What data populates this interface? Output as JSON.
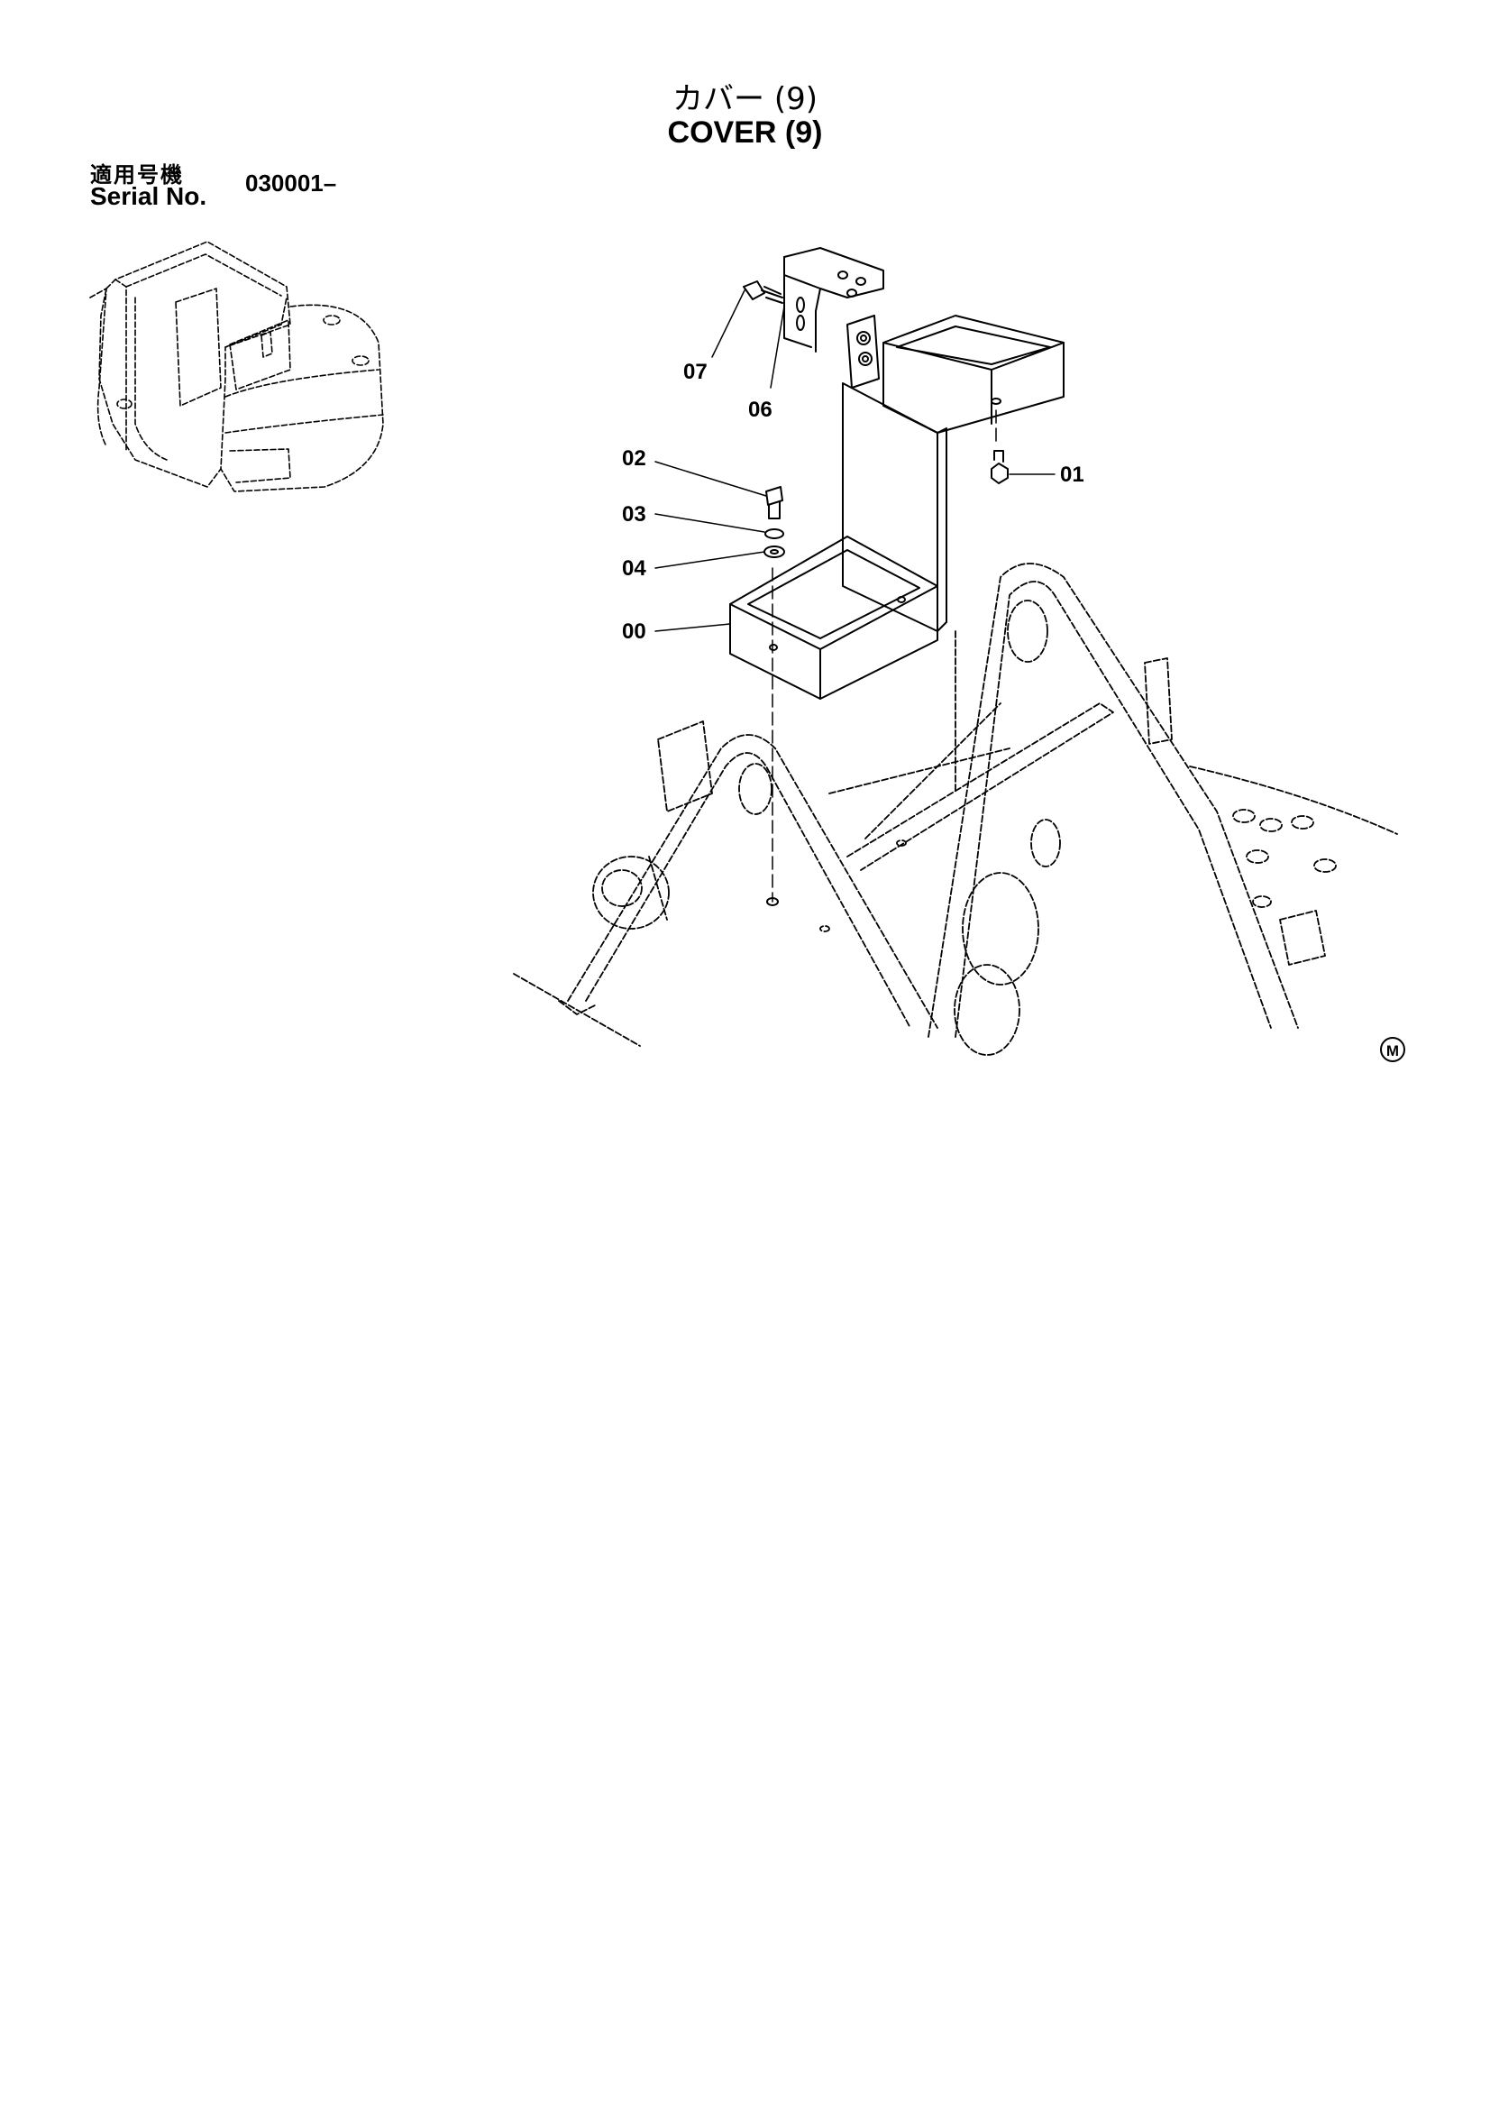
{
  "title": {
    "japanese": "カバー (9)",
    "english": "COVER (9)"
  },
  "serial": {
    "label_japanese": "適用号機",
    "label_english": "Serial No.",
    "value": "030001–"
  },
  "callouts": [
    {
      "id": "07",
      "label": "07"
    },
    {
      "id": "06",
      "label": "06"
    },
    {
      "id": "02",
      "label": "02"
    },
    {
      "id": "01",
      "label": "01"
    },
    {
      "id": "03",
      "label": "03"
    },
    {
      "id": "04",
      "label": "04"
    },
    {
      "id": "00",
      "label": "00"
    }
  ],
  "mark": {
    "label": "M"
  },
  "colors": {
    "line": "#000000",
    "background": "#ffffff"
  }
}
